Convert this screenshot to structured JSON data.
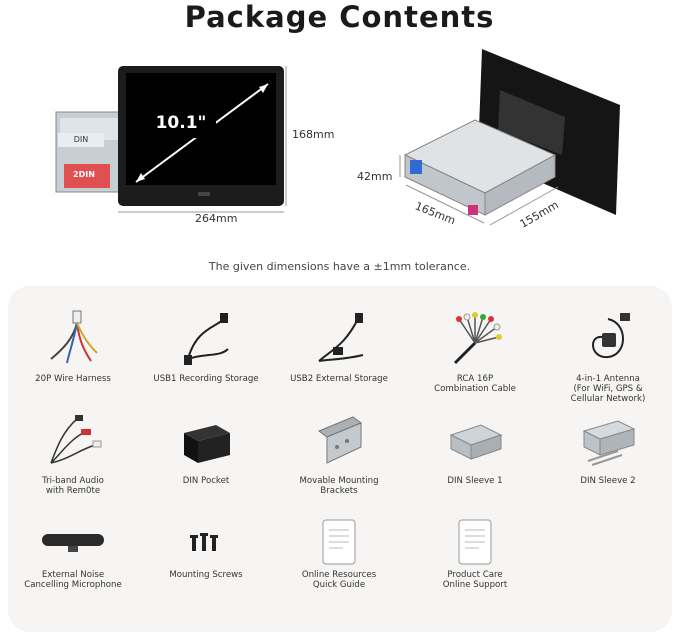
{
  "page_title": "Package Contents",
  "screen_size_label": "10.1\"",
  "dimensions": {
    "front_height": "168mm",
    "front_width": "264mm",
    "din_height": "42mm",
    "din_width": "165mm",
    "din_depth": "155mm",
    "din_tag_1": "DIN",
    "din_tag_2": "2DIN"
  },
  "tolerance_note": "The given dimensions have a ±1mm tolerance.",
  "items": [
    {
      "label": "20P Wire Harness",
      "icon": "wire-harness-icon"
    },
    {
      "label": "USB1 Recording Storage",
      "icon": "usb-cable-icon"
    },
    {
      "label": "USB2 External Storage",
      "icon": "usb-cable-icon"
    },
    {
      "label": "RCA 16P\nCombination Cable",
      "icon": "rca-cable-icon"
    },
    {
      "label": "4-in-1 Antenna\n(For WiFi, GPS &\nCellular Network)",
      "icon": "antenna-icon"
    },
    {
      "label": "Tri-band Audio\nwith Rem0te",
      "icon": "audio-cable-icon"
    },
    {
      "label": "DIN Pocket",
      "icon": "din-pocket-icon"
    },
    {
      "label": "Movable Mounting\nBrackets",
      "icon": "bracket-icon"
    },
    {
      "label": "DIN Sleeve 1",
      "icon": "din-sleeve-icon"
    },
    {
      "label": "DIN Sleeve 2",
      "icon": "din-sleeve-icon"
    },
    {
      "label": "External Noise\nCancelling Microphone",
      "icon": "microphone-icon"
    },
    {
      "label": "Mounting Screws",
      "icon": "screws-icon"
    },
    {
      "label": "Online Resources\nQuick Guide",
      "icon": "document-icon"
    },
    {
      "label": "Product Care\nOnline Support",
      "icon": "document-icon"
    }
  ]
}
